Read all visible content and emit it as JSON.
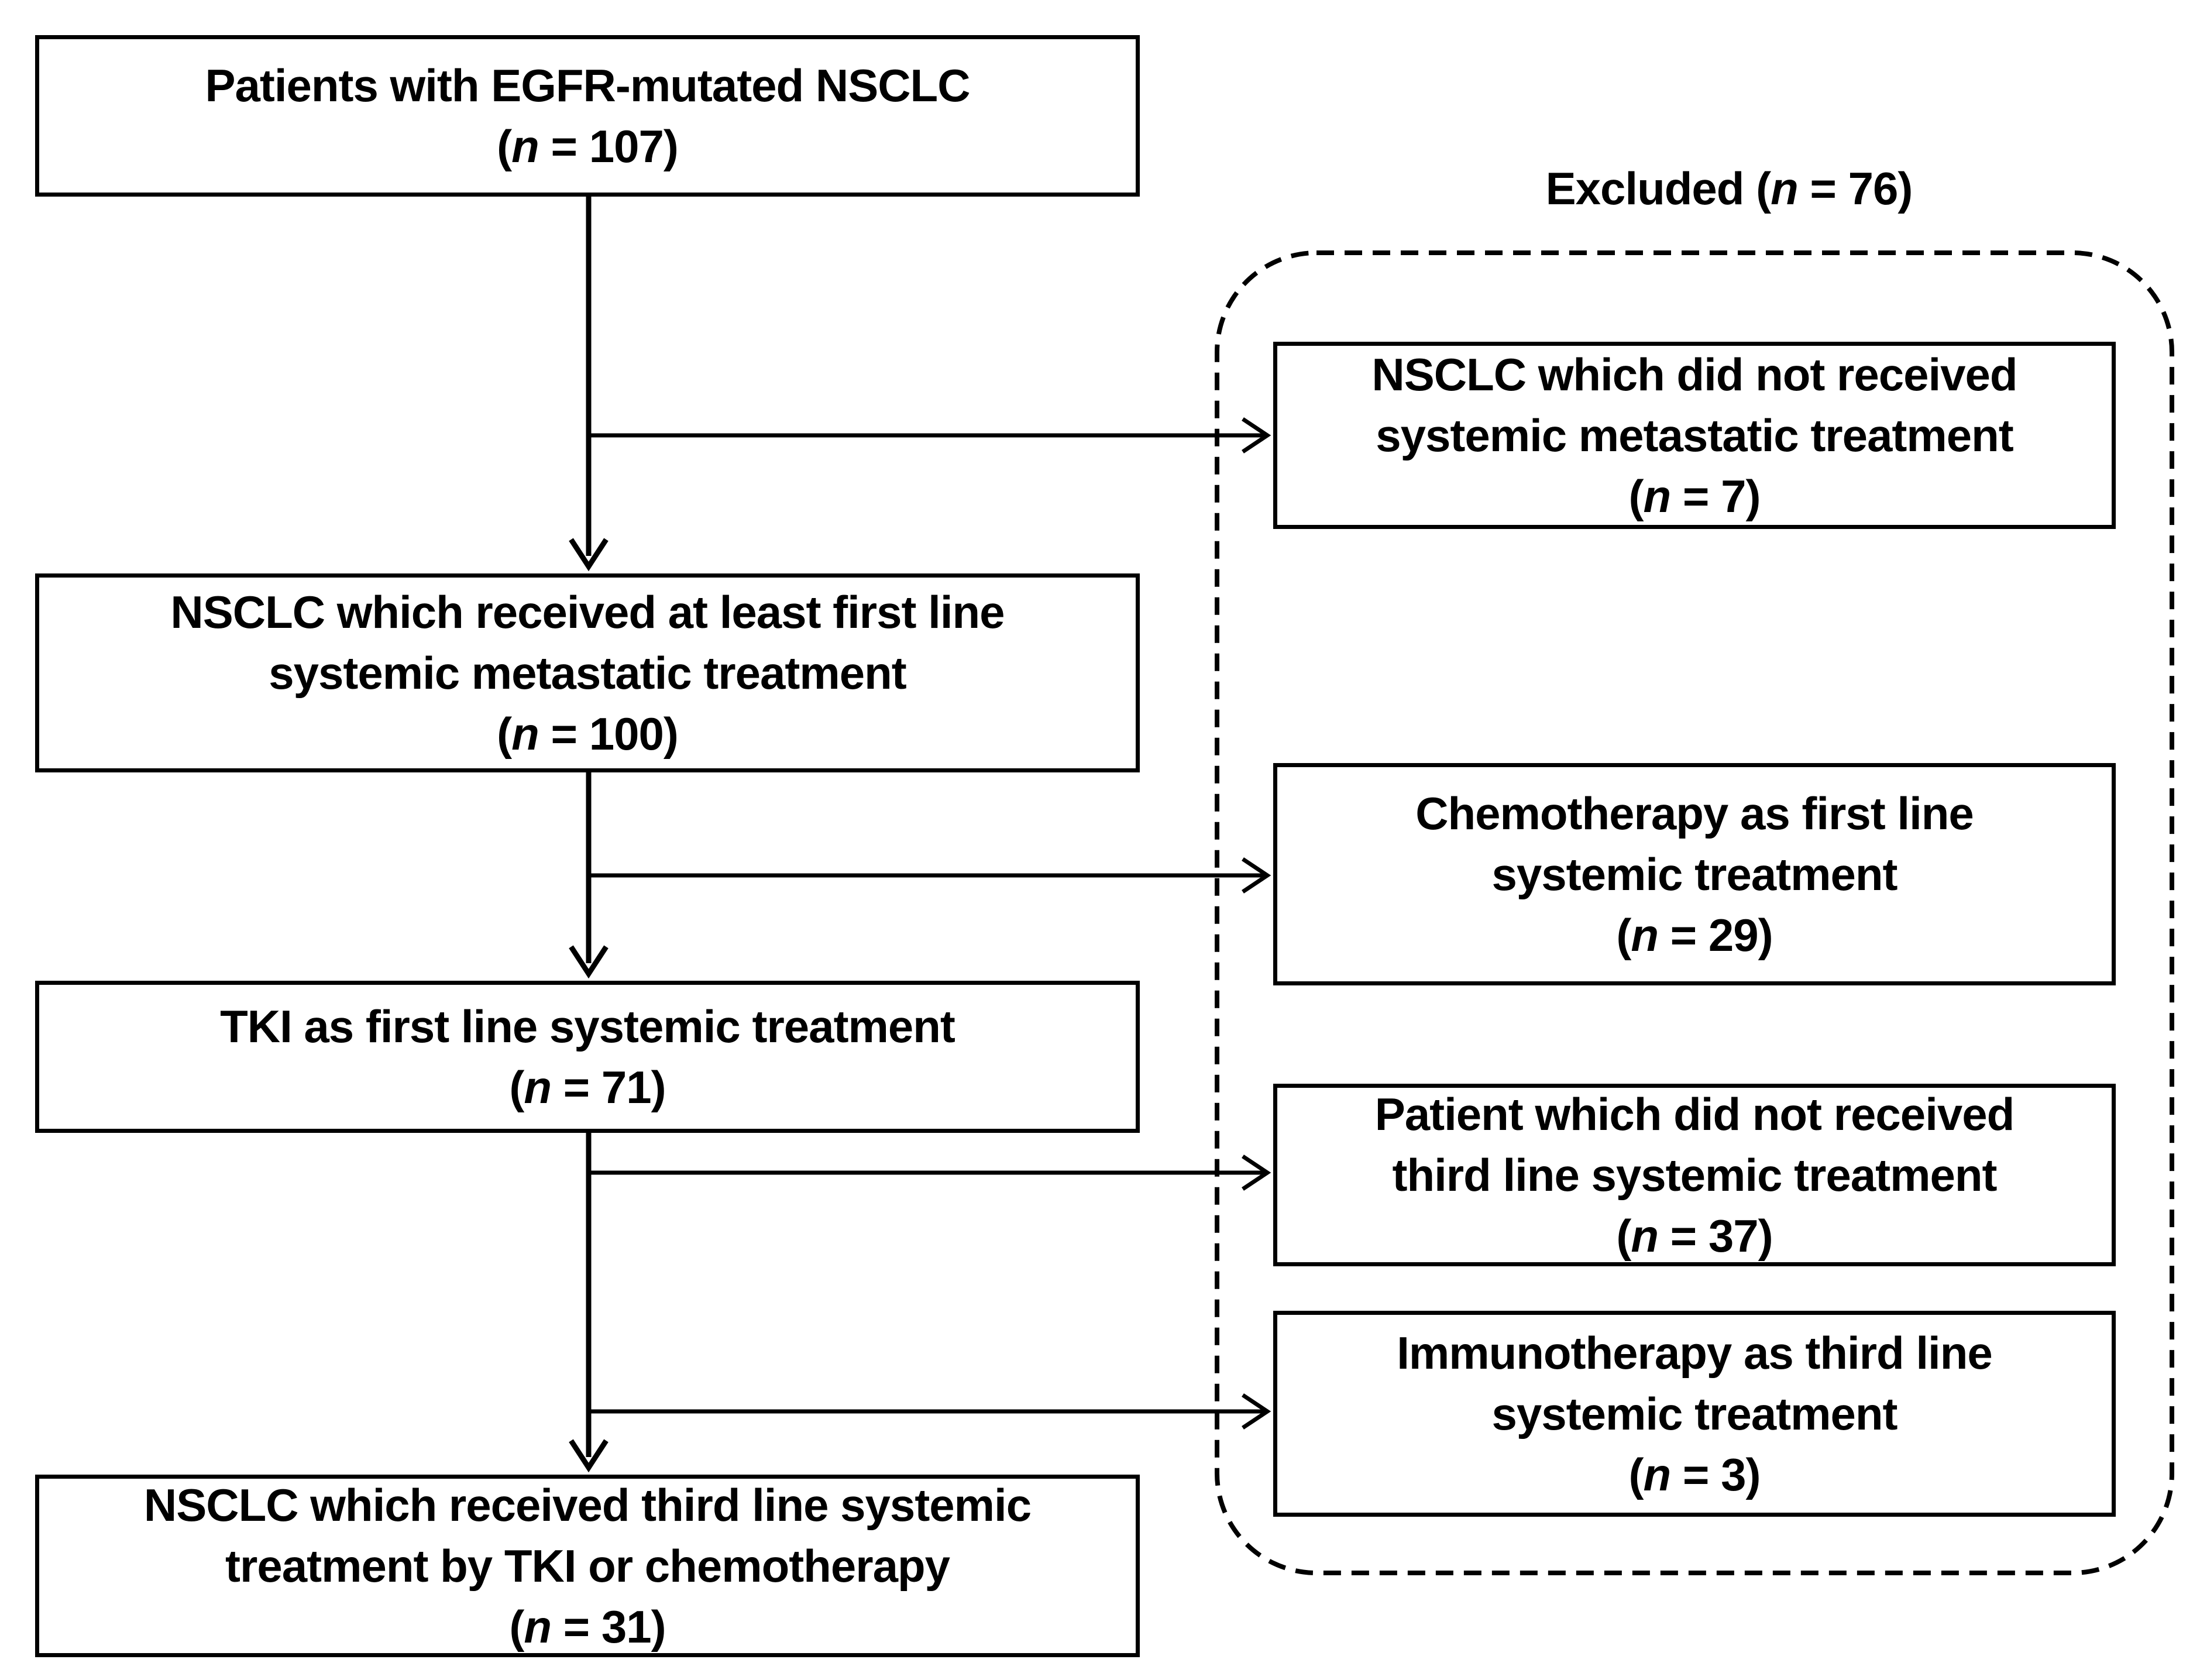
{
  "main_flow": [
    {
      "lines": [
        "Patients with EGFR-mutated NSCLC"
      ],
      "n": "107"
    },
    {
      "lines": [
        "NSCLC which received at least first line",
        "systemic metastatic treatment"
      ],
      "n": "100"
    },
    {
      "lines": [
        "TKI as first line systemic treatment"
      ],
      "n": "71"
    },
    {
      "lines": [
        "NSCLC which received third line systemic",
        "treatment by TKI or chemotherapy"
      ],
      "n": "31"
    }
  ],
  "excluded": {
    "label": "Excluded",
    "n": "76",
    "items": [
      {
        "lines": [
          "NSCLC which did not received",
          "systemic metastatic treatment"
        ],
        "n": "7"
      },
      {
        "lines": [
          "Chemotherapy as first line",
          "systemic treatment"
        ],
        "n": "29"
      },
      {
        "lines": [
          "Patient which did not received",
          "third line systemic treatment"
        ],
        "n": "37"
      },
      {
        "lines": [
          "Immunotherapy as third line",
          "systemic treatment"
        ],
        "n": "3"
      }
    ]
  },
  "n_symbol": "n",
  "colors": {
    "stroke": "#000000",
    "background": "#ffffff"
  }
}
